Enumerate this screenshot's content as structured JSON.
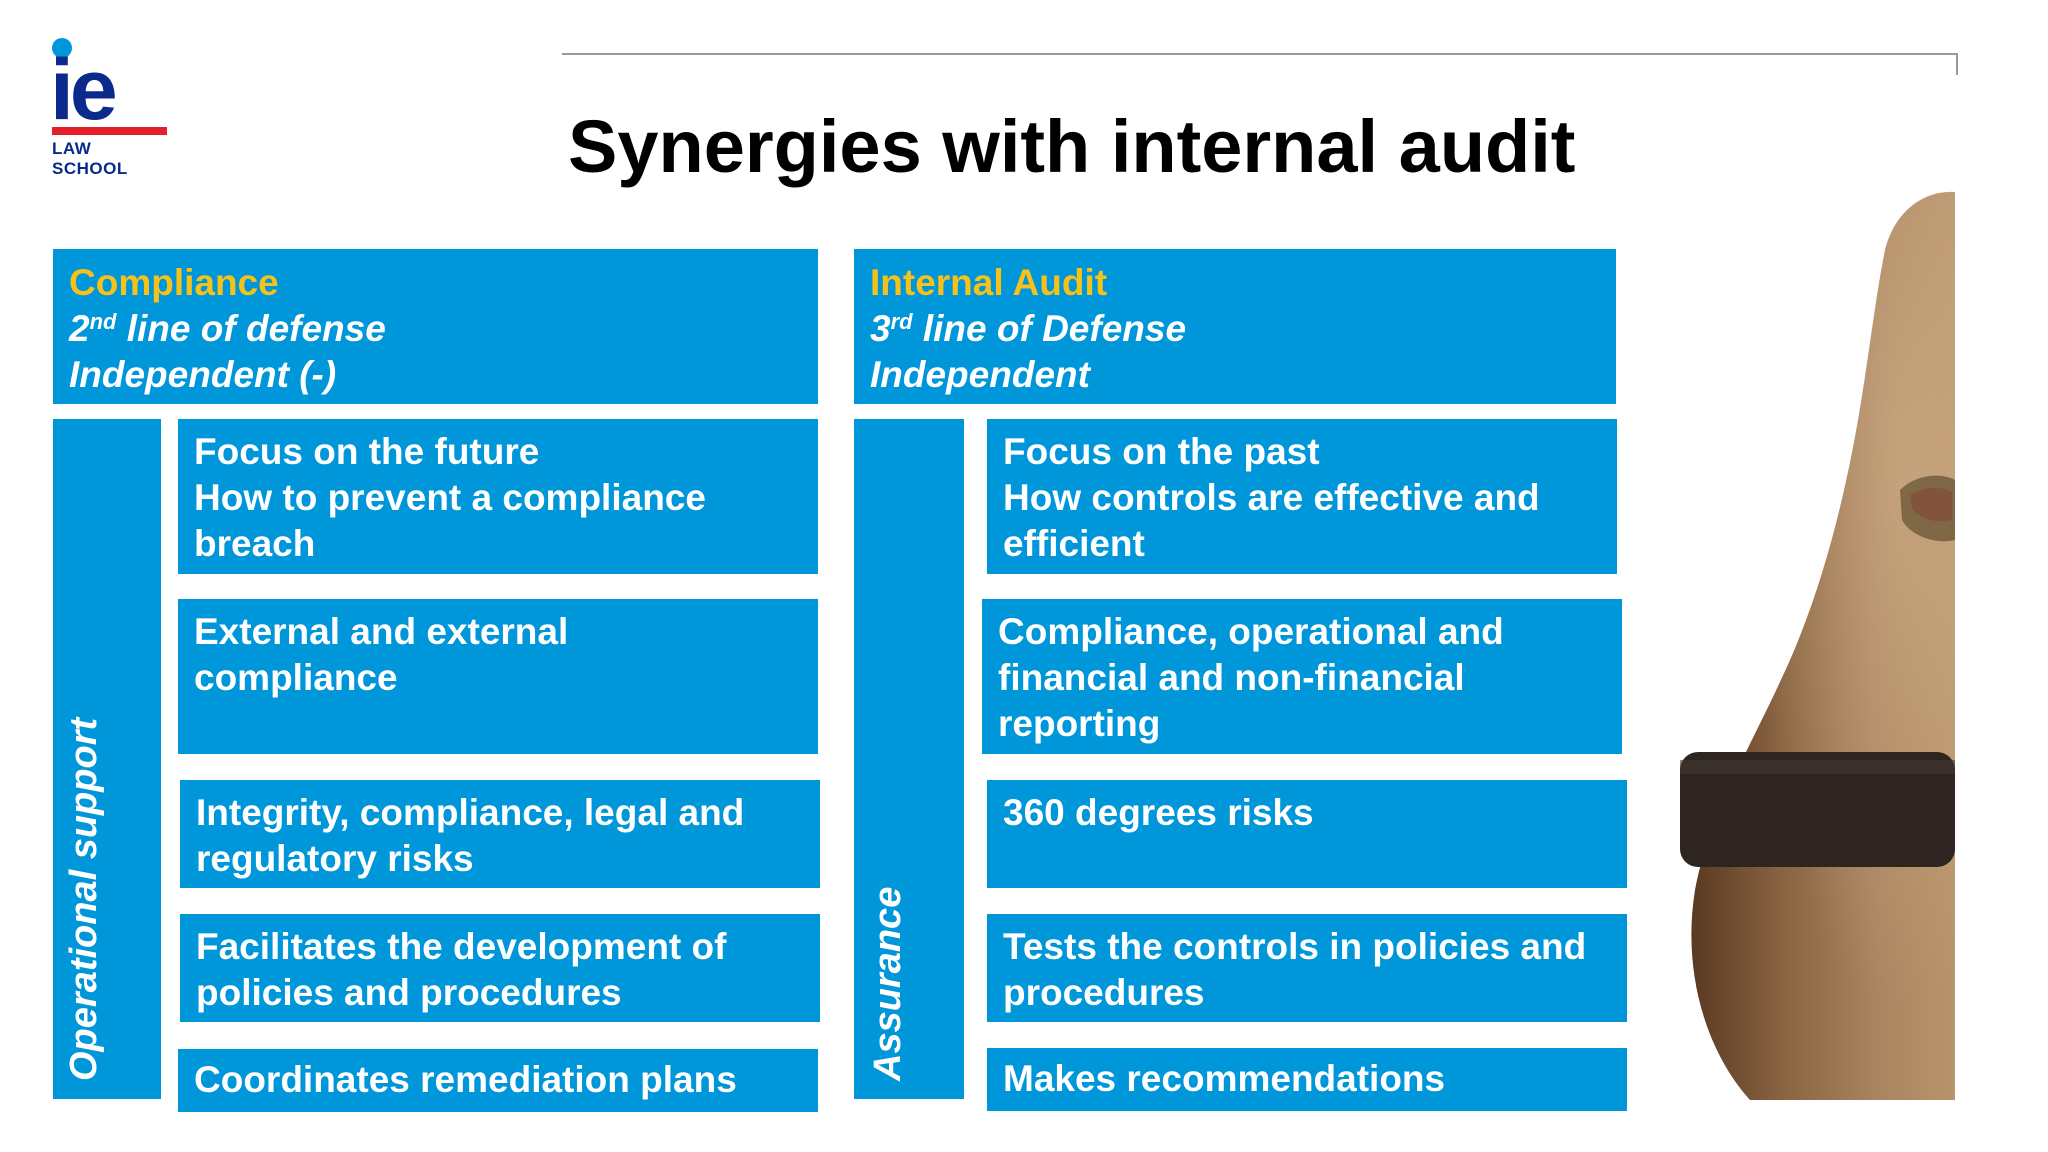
{
  "logo": {
    "mark": "ie",
    "subtitle": "LAW SCHOOL"
  },
  "title": "Synergies with internal audit",
  "compliance": {
    "header": {
      "title": "Compliance",
      "line_num": "2",
      "line_sup": "nd",
      "line_rest": " line of defense",
      "independence": "Independent (-)"
    },
    "side_label": "Operational support",
    "items": [
      "Focus on the future\nHow to prevent a compliance\nbreach",
      "External and external\ncompliance",
      "Integrity, compliance, legal and\nregulatory risks",
      "Facilitates the development of\npolicies and procedures",
      "Coordinates remediation plans"
    ]
  },
  "internal_audit": {
    "header": {
      "title": "Internal Audit",
      "line_num": "3",
      "line_sup": "rd",
      "line_rest": " line of Defense",
      "independence": "Independent"
    },
    "side_label": "Assurance",
    "items": [
      "Focus on the past\nHow controls are effective and\nefficient",
      "Compliance, operational and\nfinancial and non-financial\nreporting",
      "360 degrees risks",
      "Tests the controls in policies and\nprocedures",
      "Makes recommendations"
    ]
  },
  "colors": {
    "box": "#0096da",
    "header_title": "#f6c21a",
    "brand_navy": "#0a2a8c",
    "brand_red": "#e41e2b"
  },
  "image": {
    "subject": "wooden bowling pin with dark band",
    "icon": "bowling-pin-photo"
  }
}
